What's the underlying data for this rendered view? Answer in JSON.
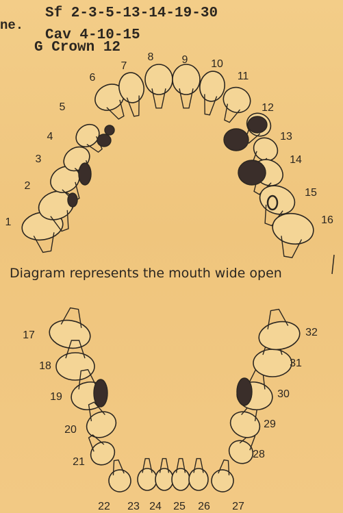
{
  "header": {
    "prefix": "ne.",
    "line1": "Sf 2-3-5-13-14-19-30",
    "line2": "Cav 4-10-15",
    "line3": "G Crown 12"
  },
  "caption": "Diagram represents the mouth wide open",
  "upper_numbers": [
    "1",
    "2",
    "3",
    "4",
    "5",
    "6",
    "7",
    "8",
    "9",
    "10",
    "11",
    "12",
    "13",
    "14",
    "15",
    "16"
  ],
  "lower_numbers": [
    "17",
    "18",
    "19",
    "20",
    "21",
    "22",
    "23",
    "24",
    "25",
    "26",
    "27",
    "28",
    "29",
    "30",
    "31",
    "32"
  ],
  "colors": {
    "paper": "#f1c982",
    "ink": "#2b2620",
    "filling": "#3a2e2a"
  }
}
